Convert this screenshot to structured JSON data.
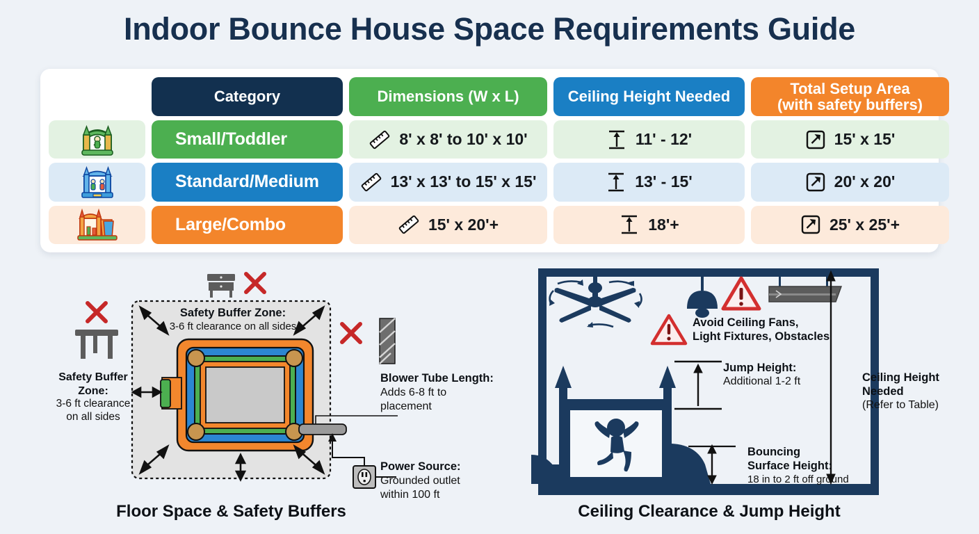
{
  "title": "Indoor Bounce House Space Requirements Guide",
  "colors": {
    "navy": "#12304f",
    "green": "#4caf50",
    "blue": "#1a7fc4",
    "orange": "#f3852b",
    "page_bg": "#eef2f7",
    "card_bg": "#ffffff",
    "warning_red": "#d32f2f"
  },
  "table": {
    "headers": {
      "icon_col": "",
      "category": "Category",
      "dimensions": "Dimensions (W x L)",
      "ceiling": "Ceiling Height Needed",
      "area_main": "Total Setup Area",
      "area_sub": "(with safety buffers)"
    },
    "rows": [
      {
        "icon": "bounce-house-small-icon",
        "category": "Small/Toddler",
        "dimensions": "8' x 8' to 10' x 10'",
        "ceiling": "11' - 12'",
        "area": "15' x 15'",
        "accent": "#4caf50",
        "tint": "#e3f2e2"
      },
      {
        "icon": "bounce-house-standard-icon",
        "category": "Standard/Medium",
        "dimensions": "13' x 13' to 15' x 15'",
        "ceiling": "13' - 15'",
        "area": "20' x 20'",
        "accent": "#1a7fc4",
        "tint": "#dceaf6"
      },
      {
        "icon": "bounce-house-combo-icon",
        "category": "Large/Combo",
        "dimensions": "15' x 20'+",
        "ceiling": "18'+",
        "area": "25' x 25'+",
        "accent": "#f3852b",
        "tint": "#fdeadb"
      }
    ]
  },
  "left_diagram": {
    "caption": "Floor Space & Safety Buffers",
    "buffer_left": {
      "heading_line1": "Safety Buffer",
      "heading_line2": "Zone:",
      "body_line1": "3-6 ft clearance",
      "body_line2": "on all sides"
    },
    "buffer_inner": {
      "heading": "Safety Buffer Zone:",
      "body": "3-6 ft clearance on all sides"
    },
    "blower": {
      "heading": "Blower Tube Length:",
      "body_line1": "Adds 6-8 ft to",
      "body_line2": "placement"
    },
    "power": {
      "heading": "Power Source:",
      "body_line1": "Grounded outlet",
      "body_line2": "within 100 ft"
    },
    "obstacles": [
      {
        "name": "dresser-icon",
        "marker": "red-x"
      },
      {
        "name": "table-icon",
        "marker": "red-x"
      },
      {
        "name": "column-icon",
        "marker": "red-x"
      }
    ]
  },
  "right_diagram": {
    "caption": "Ceiling Clearance & Jump Height",
    "avoid": {
      "line1": "Avoid Ceiling Fans,",
      "line2": "Light Fixtures, Obstacles"
    },
    "jump": {
      "heading": "Jump Height:",
      "body": "Additional 1-2 ft"
    },
    "bouncing": {
      "heading_line1": "Bouncing",
      "heading_line2": "Surface Height:",
      "body": "18 in to 2 ft off ground"
    },
    "ceiling_needed": {
      "heading_line1": "Ceiling Height",
      "heading_line2": "Needed",
      "body": "(Refer to Table)"
    },
    "fixtures": [
      {
        "name": "ceiling-fan-icon"
      },
      {
        "name": "pendant-light-icon"
      },
      {
        "name": "warning-triangle-icon"
      },
      {
        "name": "ceiling-beam-icon"
      }
    ]
  }
}
